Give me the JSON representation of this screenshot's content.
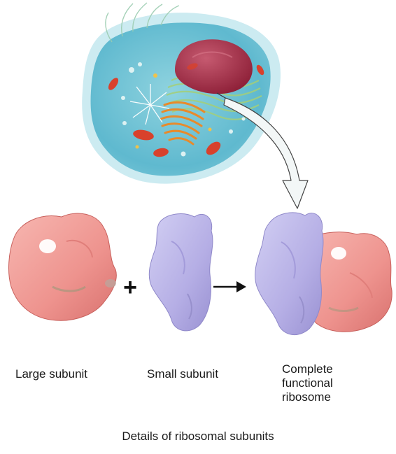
{
  "labels": {
    "large_subunit": "Large subunit",
    "small_subunit": "Small subunit",
    "complete_line1": "Complete",
    "complete_line2": "functional",
    "complete_line3": "ribosome"
  },
  "caption": "Details of ribosomal subunits",
  "symbols": {
    "plus": "+",
    "yields_arrow": "arrow-right"
  },
  "colors": {
    "cytoplasm": "#6fc3d6",
    "nucleus": "#a53248",
    "large_subunit": "#ef9a96",
    "small_subunit": "#b7b2e6",
    "pointer_arrow": "#f2f6f6"
  }
}
